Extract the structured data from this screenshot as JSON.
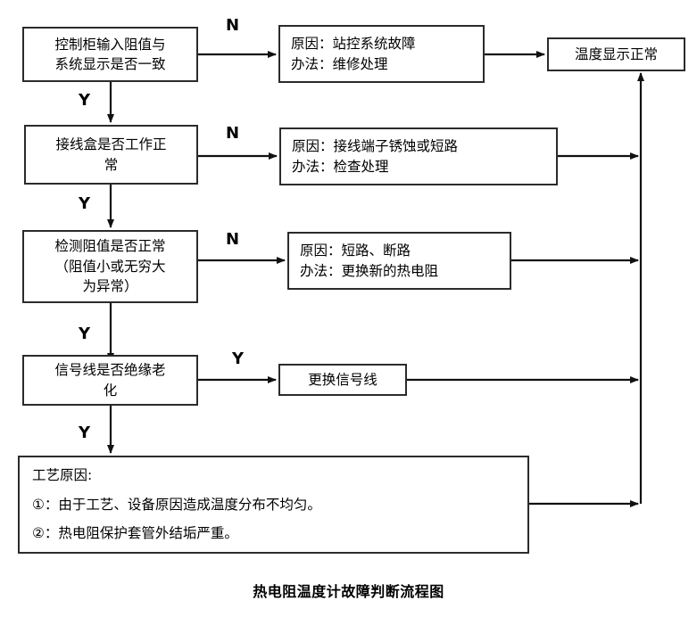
{
  "diagram": {
    "caption": "热电阻温度计故障判断流程图",
    "nodes": {
      "d1": {
        "line1": "控制柜输入阻值与",
        "line2": "系统显示是否一致"
      },
      "d2": {
        "line1": "接线盒是否工作正",
        "line2": "常"
      },
      "d3": {
        "line1": "检测阻值是否正常",
        "line2": "（阻值小或无穷大",
        "line3": "为异常）"
      },
      "d4": {
        "line1": "信号线是否绝缘老",
        "line2": "化"
      },
      "r1": {
        "line1": "原因：站控系统故障",
        "line2": "办法：维修处理"
      },
      "r2": {
        "line1": "原因：接线端子锈蚀或短路",
        "line2": "办法：检查处理"
      },
      "r3": {
        "line1": "原因：短路、断路",
        "line2": "办法：更换新的热电阻"
      },
      "r4": {
        "line1": "更换信号线"
      },
      "result": {
        "line1": "温度显示正常"
      },
      "process": {
        "line1": "工艺原因:",
        "line2": "①：由于工艺、设备原因造成温度分布不均匀。",
        "line3": "②：热电阻保护套管外结垢严重。"
      }
    },
    "edge_labels": {
      "n1": "N",
      "n2": "N",
      "n3": "N",
      "y1": "Y",
      "y2": "Y",
      "y3": "Y",
      "y4": "Y",
      "y5": "Y"
    },
    "colors": {
      "stroke": "#2b2b2b",
      "text": "#000000",
      "background": "#ffffff"
    }
  }
}
